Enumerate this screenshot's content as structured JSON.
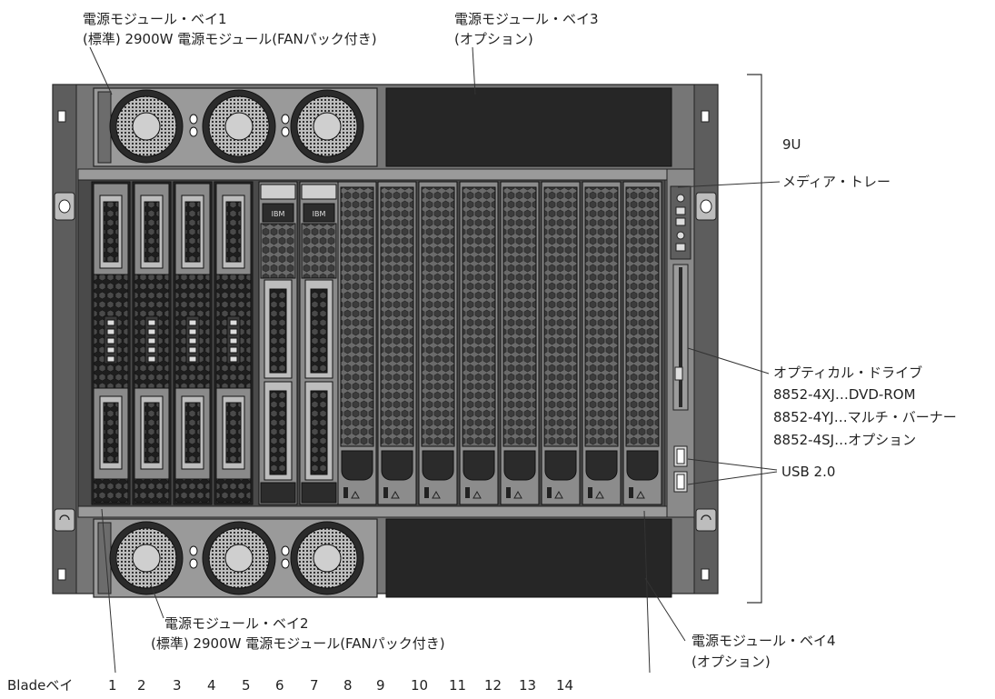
{
  "labels": {
    "psu_bay1_line1": "電源モジュール・ベイ1",
    "psu_bay1_line2": "(標準) 2900W 電源モジュール(FANパック付き)",
    "psu_bay3_line1": "電源モジュール・ベイ3",
    "psu_bay3_line2": "(オプション)",
    "height_9u": "9U",
    "media_tray": "メディア・トレー",
    "optical_drive": "オプティカル・ドライブ",
    "optical_opt1": "8852-4XJ…DVD-ROM",
    "optical_opt2": "8852-4YJ…マルチ・バーナー",
    "optical_opt3": "8852-4SJ…オプション",
    "usb": "USB 2.0",
    "psu_bay2_line1": "電源モジュール・ベイ2",
    "psu_bay2_line2": "(標準) 2900W 電源モジュール(FANパック付き)",
    "psu_bay4_line1": "電源モジュール・ベイ4",
    "psu_bay4_line2": "(オプション)",
    "blade_bay_prefix": "Bladeベイ"
  },
  "blade_bay_numbers": [
    "1",
    "2",
    "3",
    "4",
    "5",
    "6",
    "7",
    "8",
    "9",
    "10",
    "11",
    "12",
    "13",
    "14"
  ],
  "blade_logo_text": "IBM",
  "colors": {
    "chassis": "#6b6b6b",
    "chassis_dark": "#3a3a3a",
    "fan_module": "#9a9a9a",
    "blank_psu": "#262626",
    "filler_blade": "#8c8c8c",
    "blade_dark": "#2c2c2c"
  }
}
